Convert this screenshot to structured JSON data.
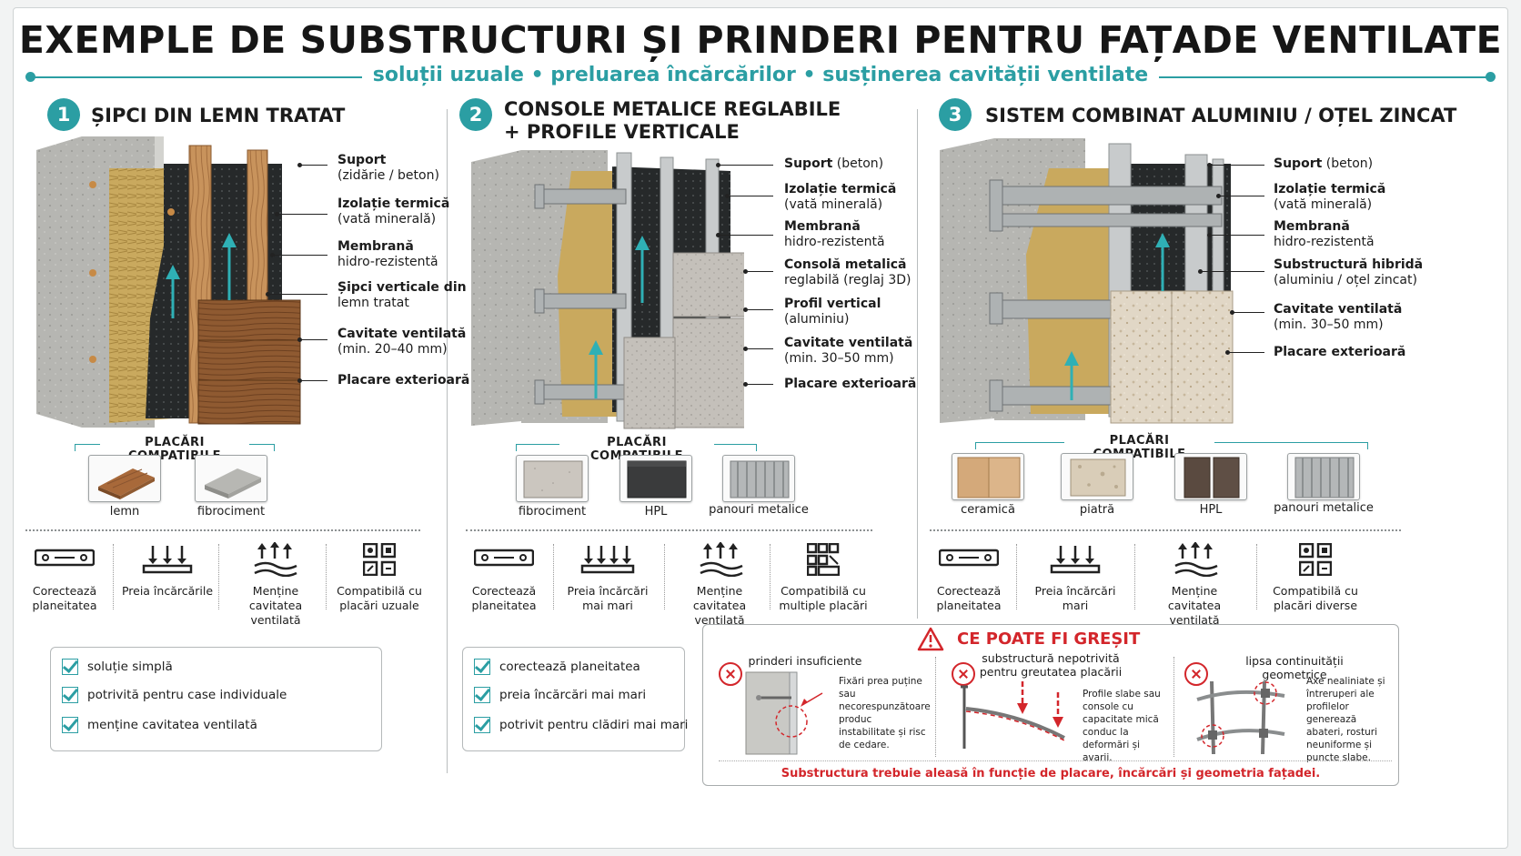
{
  "header": {
    "title": "EXEMPLE DE SUBSTRUCTURI ȘI PRINDERI PENTRU FAȚADE VENTILATE",
    "subtitle": "soluții uzuale  •  preluarea încărcărilor  •  susținerea cavității ventilate"
  },
  "colors": {
    "accent": "#2b9ea3",
    "danger": "#d3262b",
    "text": "#1c1c1c"
  },
  "columns": [
    {
      "number": "1",
      "title": "ȘIPCI DIN LEMN TRATAT",
      "labels": [
        {
          "bold": "Suport",
          "normal": "(zidărie / beton)"
        },
        {
          "bold": "Izolație termică",
          "normal": "(vată minerală)"
        },
        {
          "bold": "Membrană",
          "normal": "hidro-rezistentă"
        },
        {
          "bold": "Șipci verticale din",
          "normal": "lemn tratat"
        },
        {
          "bold": "Cavitate ventilată",
          "normal": "(min. 20–40 mm)"
        },
        {
          "bold": "Placare exterioară",
          "normal": ""
        }
      ],
      "compat_title": "PLACĂRI COMPATIBILE",
      "compat": [
        {
          "label": "lemn",
          "icon": "wood-board-icon"
        },
        {
          "label": "fibrociment",
          "icon": "fibrocement-board-icon"
        }
      ],
      "features": [
        {
          "label": "Corectează planeitatea",
          "icon": "level-icon"
        },
        {
          "label": "Preia încărcările",
          "icon": "load-arrows-icon"
        },
        {
          "label": "Menține cavitatea ventilată",
          "icon": "airflow-icon"
        },
        {
          "label": "Compatibilă cu placări uzuale",
          "icon": "grid-compat-icon"
        }
      ],
      "checks": [
        "soluție simplă",
        "potrivită pentru case individuale",
        "menține cavitatea ventilată"
      ]
    },
    {
      "number": "2",
      "title": "CONSOLE METALICE REGLABILE\n+ PROFILE VERTICALE",
      "labels": [
        {
          "bold": "Suport",
          "normal": "(beton)"
        },
        {
          "bold": "Izolație termică",
          "normal": "(vată minerală)"
        },
        {
          "bold": "Membrană",
          "normal": "hidro-rezistentă"
        },
        {
          "bold": "Consolă metalică",
          "normal": "reglabilă (reglaj 3D)"
        },
        {
          "bold": "Profil vertical",
          "normal": "(aluminiu)"
        },
        {
          "bold": "Cavitate ventilată",
          "normal": "(min. 30–50 mm)"
        },
        {
          "bold": "Placare exterioară",
          "normal": ""
        }
      ],
      "compat_title": "PLACĂRI COMPATIBILE",
      "compat": [
        {
          "label": "fibrociment",
          "icon": "fibrocement-panel-icon"
        },
        {
          "label": "HPL",
          "icon": "hpl-panel-icon"
        },
        {
          "label": "panouri metalice",
          "icon": "metal-panel-icon"
        }
      ],
      "features": [
        {
          "label": "Corectează planeitatea",
          "icon": "level-icon"
        },
        {
          "label": "Preia încărcări mai mari",
          "icon": "load-arrows-icon"
        },
        {
          "label": "Menține cavitatea ventilată",
          "icon": "airflow-icon"
        },
        {
          "label": "Compatibilă cu multiple placări",
          "icon": "grid-compat-icon"
        }
      ],
      "checks": [
        "corectează planeitatea",
        "preia încărcări mai mari",
        "potrivit pentru clădiri mai mari"
      ]
    },
    {
      "number": "3",
      "title": "SISTEM COMBINAT ALUMINIU / OȚEL ZINCAT",
      "labels": [
        {
          "bold": "Suport",
          "normal": "(beton)"
        },
        {
          "bold": "Izolație termică",
          "normal": "(vată minerală)"
        },
        {
          "bold": "Membrană",
          "normal": "hidro-rezistentă"
        },
        {
          "bold": "Substructură hibridă",
          "normal": "(aluminiu / oțel zincat)"
        },
        {
          "bold": "Cavitate ventilată",
          "normal": "(min. 30–50 mm)"
        },
        {
          "bold": "Placare exterioară",
          "normal": ""
        }
      ],
      "compat_title": "PLACĂRI COMPATIBILE",
      "compat": [
        {
          "label": "ceramică",
          "icon": "ceramic-panel-icon"
        },
        {
          "label": "piatră",
          "icon": "stone-panel-icon"
        },
        {
          "label": "HPL",
          "icon": "hpl-panel-icon"
        },
        {
          "label": "panouri metalice",
          "icon": "metal-panel-icon"
        }
      ],
      "features": [
        {
          "label": "Corectează planeitatea",
          "icon": "level-icon"
        },
        {
          "label": "Preia încărcări mari",
          "icon": "load-arrows-icon"
        },
        {
          "label": "Menține cavitatea ventilată",
          "icon": "airflow-icon"
        },
        {
          "label": "Compatibilă cu placări diverse",
          "icon": "grid-compat-icon"
        }
      ]
    }
  ],
  "warnings": {
    "title": "CE POATE FI GREȘIT",
    "items": [
      {
        "title": "prinderi insuficiente",
        "text": "Fixări prea puține sau necorespunzătoare produc instabilitate și risc de cedare."
      },
      {
        "title": "substructură nepotrivită pentru greutatea placării",
        "text": "Profile slabe sau console cu capacitate mică conduc la deformări și avarii."
      },
      {
        "title": "lipsa continuității geometrice",
        "text": "Axe nealiniate și întreruperi ale profilelor generează abateri, rosturi neuniforme și puncte slabe."
      }
    ],
    "footer": "Substructura trebuie aleasă în funcție de placare, încărcări și geometria fațadei."
  }
}
